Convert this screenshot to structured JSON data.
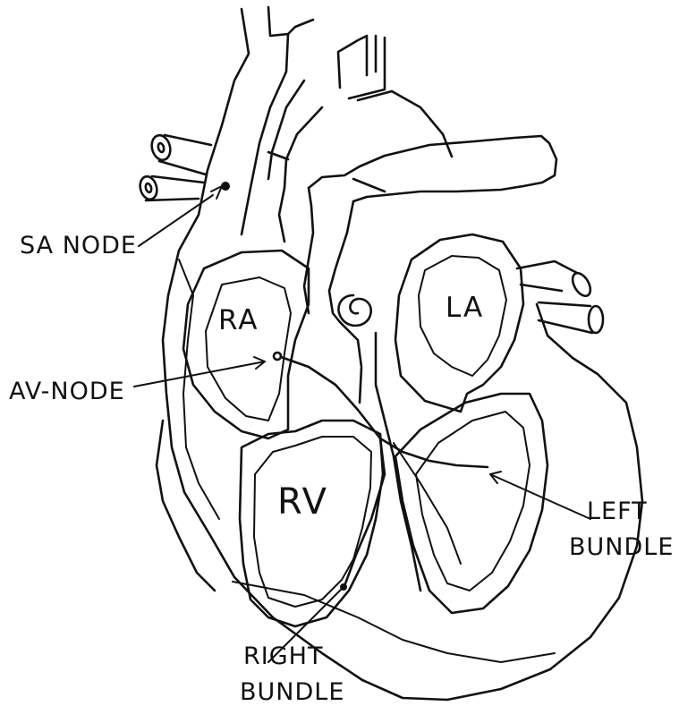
{
  "diagram": {
    "chambers": {
      "ra": "RA",
      "la": "LA",
      "rv": "RV"
    },
    "callouts": {
      "sa_node": "SA NODE",
      "av_node": "AV-NODE",
      "left_bundle_line1": "LEFT",
      "left_bundle_line2": "BUNDLE",
      "right_bundle_line1": "RIGHT",
      "right_bundle_line2": "BUNDLE"
    }
  }
}
